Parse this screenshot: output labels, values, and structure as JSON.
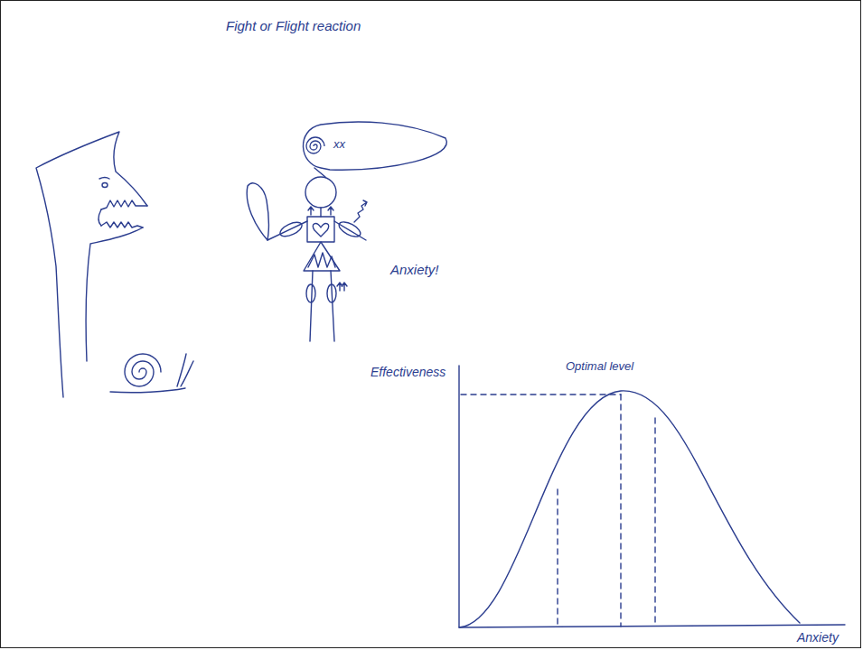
{
  "diagram": {
    "title": "Fight or Flight reaction",
    "nodes": [
      {
        "text": [
          "xx"
        ]
      }
    ],
    "labels": [
      "Anxiety!",
      "Effectiveness",
      "Optimal level",
      "Anxiety"
    ]
  }
}
